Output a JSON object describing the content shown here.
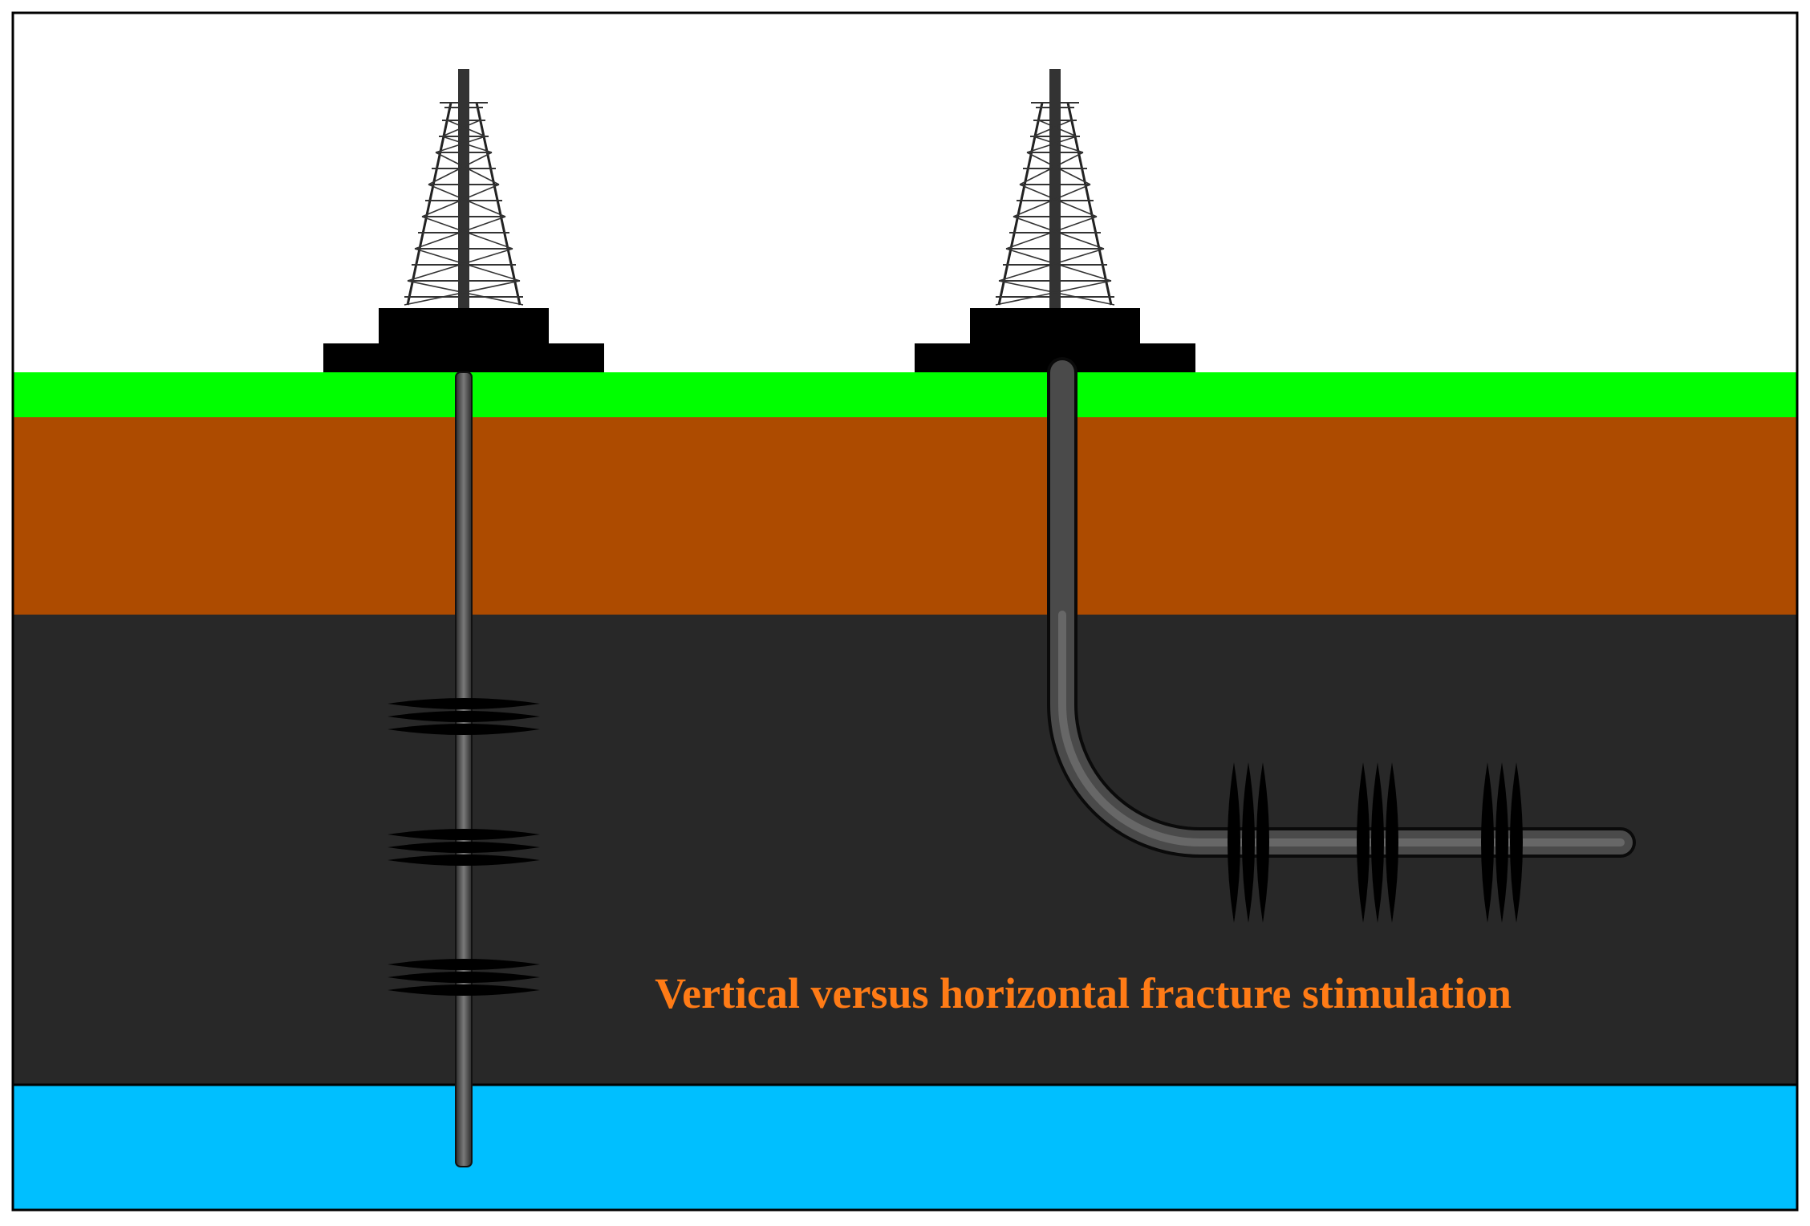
{
  "caption": "Vertical versus horizontal fracture stimulation",
  "colors": {
    "sky": "#ffffff",
    "grass": "#00ff00",
    "soil": "#ad4b00",
    "shale": "#282828",
    "aquifer": "#00bfff",
    "caption": "#ff7b16",
    "well_pipe": "#4a4a4a",
    "fracture": "#000000"
  },
  "icons": {
    "left_derrick": "derrick-icon",
    "right_derrick": "derrick-icon"
  },
  "wells": [
    {
      "type": "vertical",
      "fracture_stages": 3
    },
    {
      "type": "horizontal",
      "fracture_stages": 3
    }
  ]
}
